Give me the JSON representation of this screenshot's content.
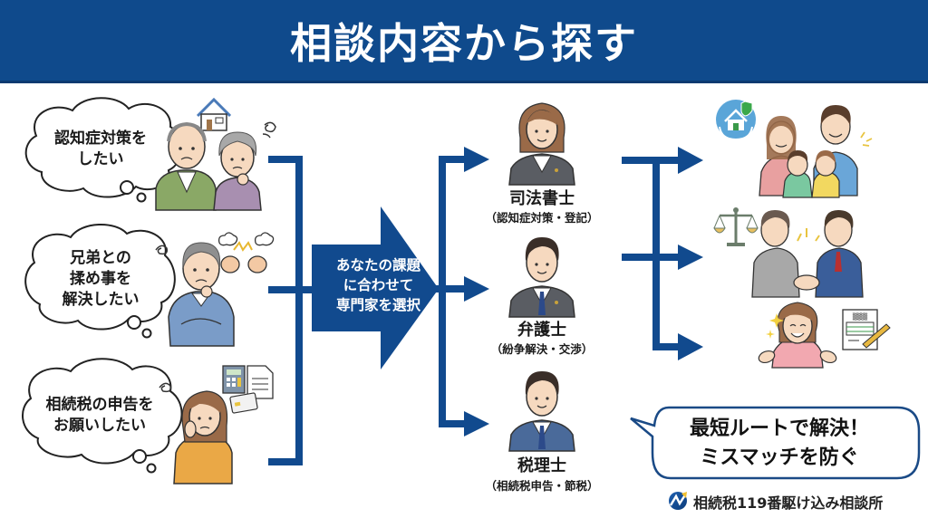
{
  "header": {
    "title": "相談内容から探す"
  },
  "concerns": [
    {
      "lines": [
        "認知症対策を",
        "したい"
      ]
    },
    {
      "lines": [
        "兄弟との",
        "揉め事を",
        "解決したい"
      ]
    },
    {
      "lines": [
        "相続税の申告を",
        "お願いしたい"
      ]
    }
  ],
  "center_arrow": {
    "lines": [
      "あなたの課題",
      "に合わせて",
      "専門家を選択"
    ]
  },
  "professionals": [
    {
      "title": "司法書士",
      "subtitle": "（認知症対策・登記）"
    },
    {
      "title": "弁護士",
      "subtitle": "（紛争解決・交渉）"
    },
    {
      "title": "税理士",
      "subtitle": "（相続税申告・節税）"
    }
  ],
  "outcomes": [
    {
      "icon": "home-protection-icon",
      "scene": "happy-family"
    },
    {
      "icon": "scales-of-justice-icon",
      "scene": "handshake"
    },
    {
      "icon": "tax-document-icon",
      "scene": "relieved-woman"
    }
  ],
  "result_bubble": {
    "lines": [
      "最短ルートで解決！",
      "ミスマッチを防ぐ"
    ]
  },
  "footer": {
    "brand": "相続税119番駆け込み相談所"
  },
  "colors": {
    "primary": "#0f4a8c",
    "connector": "#114a8e"
  }
}
